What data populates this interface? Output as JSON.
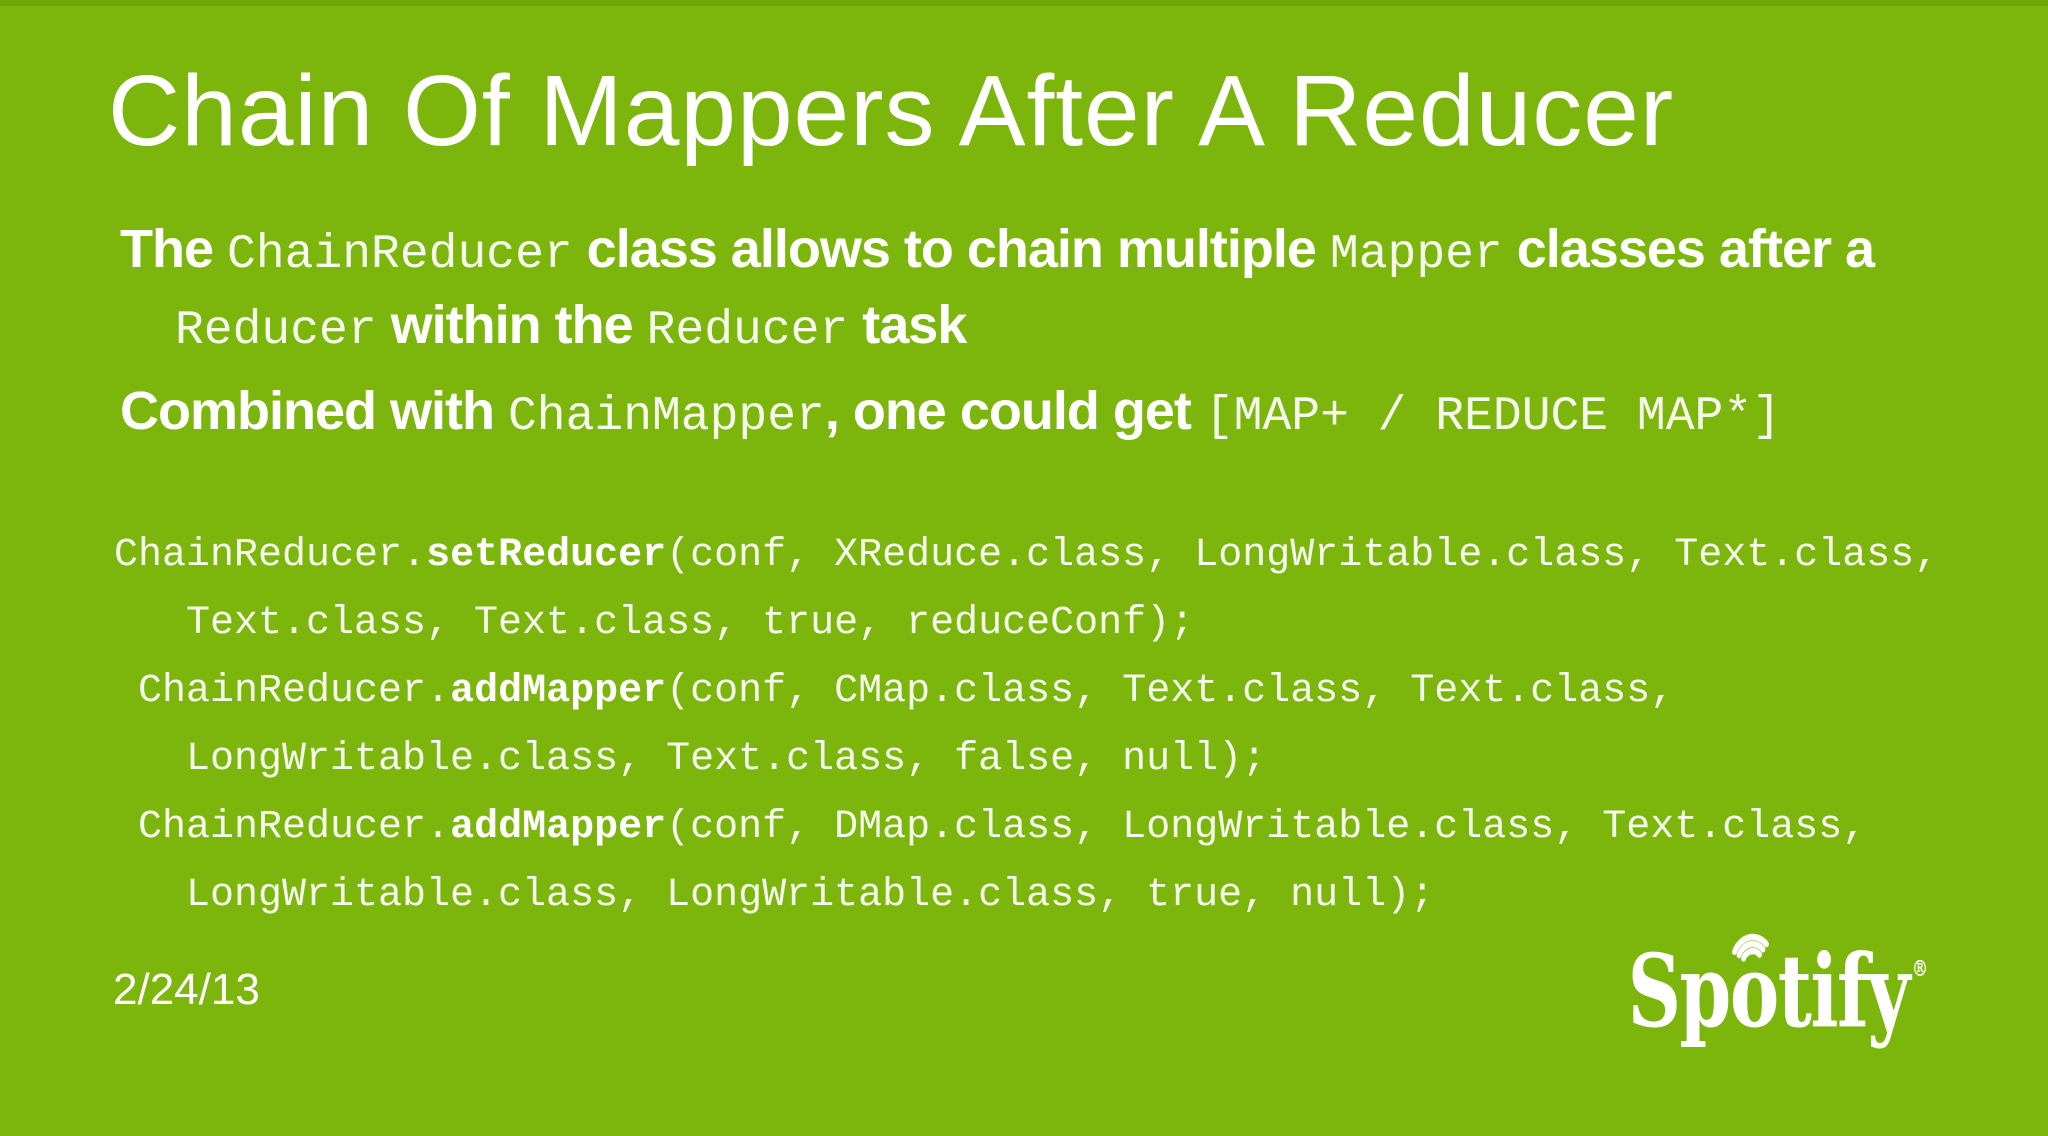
{
  "slide": {
    "title": "Chain Of Mappers After A Reducer",
    "date": "2/24/13",
    "colors": {
      "background": "#7CB60C",
      "top_strip": "#6FA40A",
      "text": "#FFFFFF"
    },
    "paragraphs": [
      {
        "lines": [
          {
            "indent": 0,
            "segments": [
              {
                "t": "The ",
                "f": "sans"
              },
              {
                "t": "ChainReducer",
                "f": "mono"
              },
              {
                "t": " class allows to chain multiple ",
                "f": "sans"
              },
              {
                "t": "Mapper",
                "f": "mono"
              },
              {
                "t": " classes after a",
                "f": "sans"
              }
            ]
          },
          {
            "indent": 55,
            "segments": [
              {
                "t": "Reducer",
                "f": "mono"
              },
              {
                "t": " within the ",
                "f": "sans"
              },
              {
                "t": "Reducer",
                "f": "mono"
              },
              {
                "t": " task",
                "f": "sans"
              }
            ]
          }
        ]
      },
      {
        "lines": [
          {
            "indent": 0,
            "segments": [
              {
                "t": "Combined with ",
                "f": "sans"
              },
              {
                "t": "ChainMapper",
                "f": "mono"
              },
              {
                "t": ", one could get ",
                "f": "sans"
              },
              {
                "t": "[MAP+ / REDUCE MAP*]",
                "f": "mono"
              }
            ]
          }
        ]
      }
    ],
    "code_lines": [
      {
        "indent": 0,
        "segments": [
          {
            "t": "ChainReducer.",
            "b": false
          },
          {
            "t": "setReducer",
            "b": true
          },
          {
            "t": "(conf, XReduce.class, LongWritable.class, Text.class,",
            "b": false
          }
        ]
      },
      {
        "indent": 72,
        "segments": [
          {
            "t": "Text.class, Text.class, true, reduceConf);",
            "b": false
          }
        ]
      },
      {
        "indent": 24,
        "segments": [
          {
            "t": "ChainReducer.",
            "b": false
          },
          {
            "t": "addMapper",
            "b": true
          },
          {
            "t": "(conf, CMap.class, Text.class, Text.class,",
            "b": false
          }
        ]
      },
      {
        "indent": 72,
        "segments": [
          {
            "t": "LongWritable.class, Text.class, false, null);",
            "b": false
          }
        ]
      },
      {
        "indent": 24,
        "segments": [
          {
            "t": "ChainReducer.",
            "b": false
          },
          {
            "t": "addMapper",
            "b": true
          },
          {
            "t": "(conf, DMap.class, LongWritable.class, Text.class,",
            "b": false
          }
        ]
      },
      {
        "indent": 72,
        "segments": [
          {
            "t": "LongWritable.class, LongWritable.class, true, null);",
            "b": false
          }
        ]
      }
    ],
    "logo": {
      "brand": "Spotify",
      "pre": "Sp",
      "o": "o",
      "post": "tify",
      "registered": "®",
      "icon": "sound-waves-icon"
    }
  }
}
